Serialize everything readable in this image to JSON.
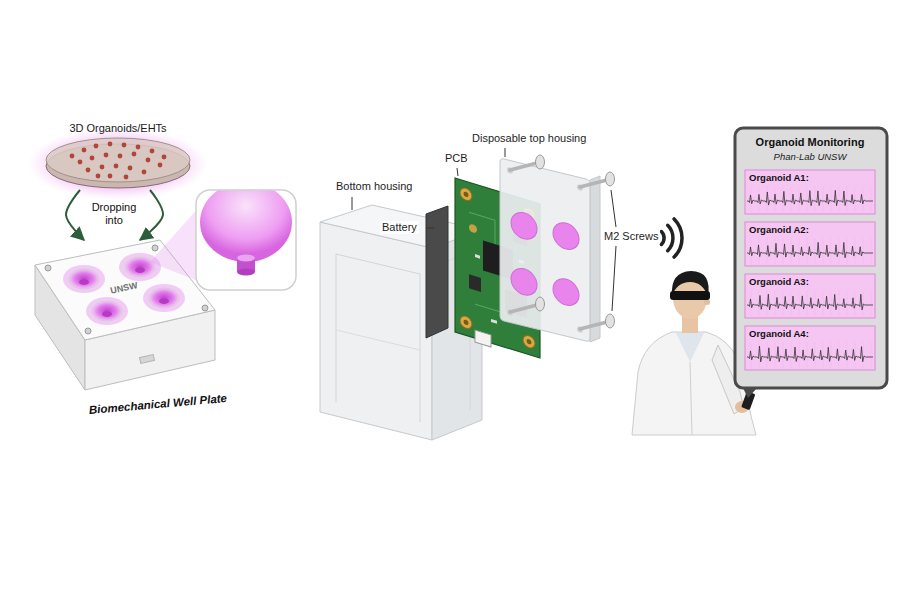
{
  "diagram": {
    "nodes": [
      {
        "text": [
          "3D Organoids/EHTs"
        ]
      },
      {
        "text": [
          "UNSW",
          "Biomechanical Well Plate"
        ]
      },
      {
        "text": [
          "Organoid Monitoring",
          "Phan-Lab UNSW"
        ]
      },
      {
        "text": [
          "Organoid A1:"
        ],
        "in": 2
      },
      {
        "text": [
          "Organoid A2:"
        ],
        "in": 2
      },
      {
        "text": [
          "Organoid A3:"
        ],
        "in": 2
      },
      {
        "text": [
          "Organoid A4:"
        ],
        "in": 2
      }
    ],
    "edges": [
      {
        "from": 0,
        "to": 1,
        "arrow": "to"
      },
      {
        "from": 0,
        "to": 1,
        "label": "Dropping into",
        "arrow": "to"
      }
    ],
    "labels": [
      "Bottom housing",
      "Battery",
      "PCB",
      "Disposable top housing",
      "M2 Screws"
    ]
  }
}
